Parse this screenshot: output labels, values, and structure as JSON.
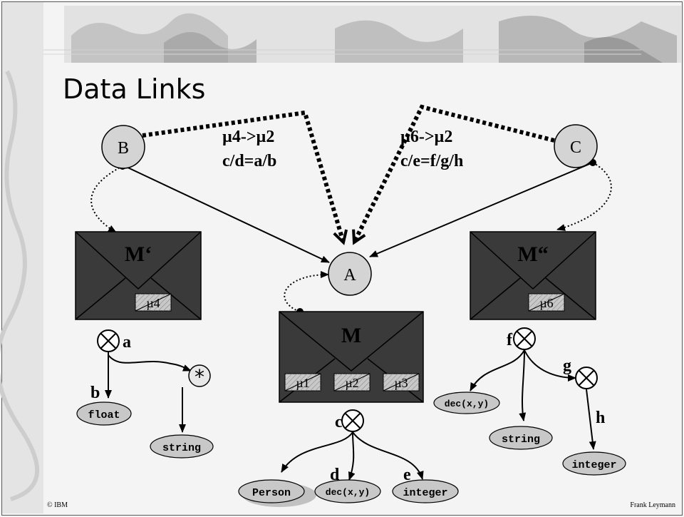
{
  "slide": {
    "title": "Data Links",
    "footer_left": "© IBM",
    "footer_right": "Frank Leymann"
  },
  "nodes": {
    "b": "B",
    "c": "C",
    "a": "A"
  },
  "messages": {
    "m_prime": {
      "label": "M‘",
      "parts": [
        "µ4"
      ]
    },
    "m": {
      "label": "M",
      "parts": [
        "µ1",
        "µ2",
        "µ3"
      ]
    },
    "m_dprime": {
      "label": "M“",
      "parts": [
        "µ6"
      ]
    }
  },
  "data_links": {
    "left": {
      "line1": "µ4->µ2",
      "line2": "c/d=a/b"
    },
    "right": {
      "line1": "µ6->µ2",
      "line2": "c/e=f/g/h"
    }
  },
  "left_tree": {
    "root": "a",
    "child_label": "b",
    "type_float": "float",
    "type_string": "string"
  },
  "center_tree": {
    "root": "c",
    "label_d": "d",
    "label_e": "e",
    "type_person": "Person",
    "type_dec": "dec(x,y)",
    "type_integer": "integer"
  },
  "right_tree": {
    "root": "f",
    "label_g": "g",
    "label_h": "h",
    "type_dec": "dec(x,y)",
    "type_string": "string",
    "type_integer": "integer"
  },
  "colors": {
    "envelope": "#3a3a3a",
    "node_fill": "#d4d4d4",
    "oval_fill": "#c8c8c8"
  }
}
